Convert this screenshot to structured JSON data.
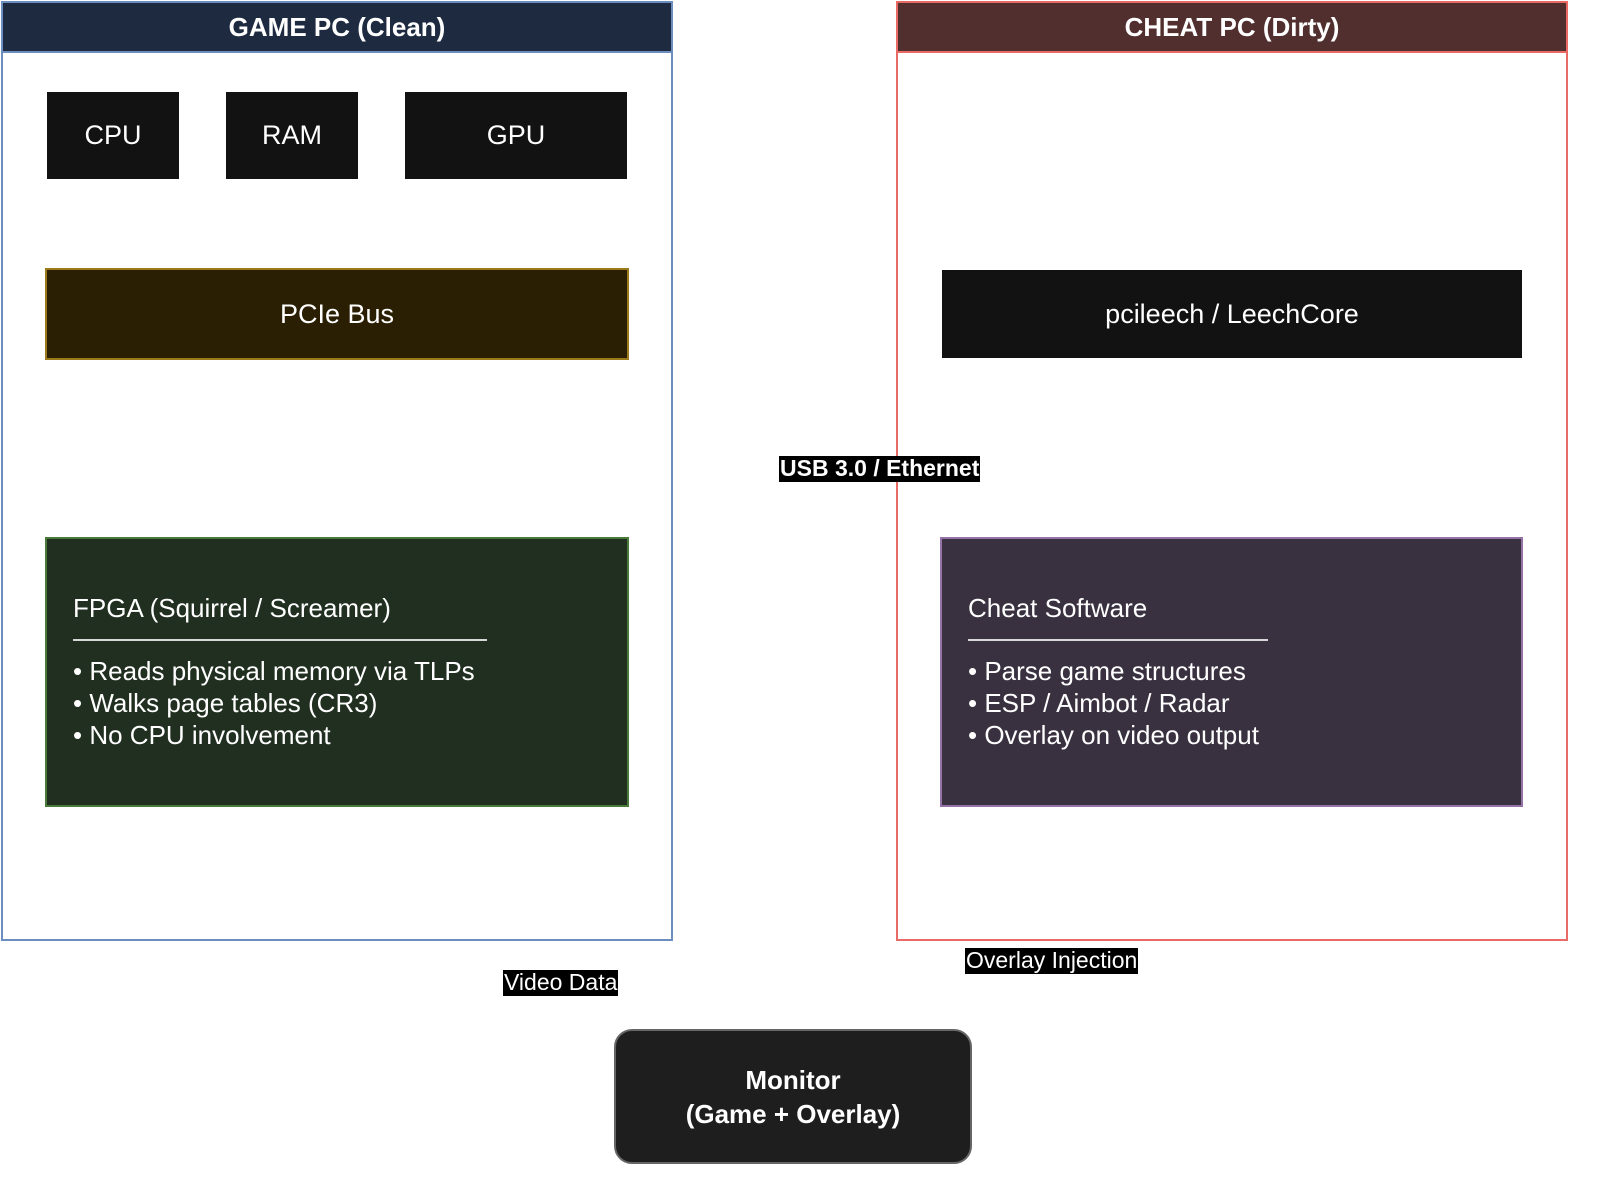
{
  "game_pc": {
    "title": "GAME PC (Clean)",
    "cpu": "CPU",
    "ram": "RAM",
    "gpu": "GPU",
    "pcie": "PCIe Bus",
    "fpga": {
      "title": "FPGA (Squirrel / Screamer)",
      "bullets": [
        "• Reads physical memory via TLPs",
        "• Walks page tables (CR3)",
        "• No CPU involvement"
      ]
    }
  },
  "cheat_pc": {
    "title": "CHEAT PC (Dirty)",
    "pcileech": "pcileech / LeechCore",
    "cheat_software": {
      "title": "Cheat Software",
      "bullets": [
        "• Parse game structures",
        "• ESP / Aimbot / Radar",
        "• Overlay on video output"
      ]
    }
  },
  "connectors": {
    "usb_label": "USB 3.0 / Ethernet",
    "video_label": "Video Data",
    "overlay_label": "Overlay Injection"
  },
  "monitor": {
    "line1": "Monitor",
    "line2": "(Game + Overlay)"
  },
  "colors": {
    "game_pc_border": "#6c8ebf",
    "game_pc_header": "#1d2a40",
    "cheat_pc_border": "#ea6b66",
    "cheat_pc_header": "#512f2e",
    "pcie_fill": "#2a1f02",
    "fpga_fill": "#212f20",
    "cheat_software_fill": "#393140",
    "dark_box": "#121212",
    "monitor_fill": "#1e1e1e"
  }
}
